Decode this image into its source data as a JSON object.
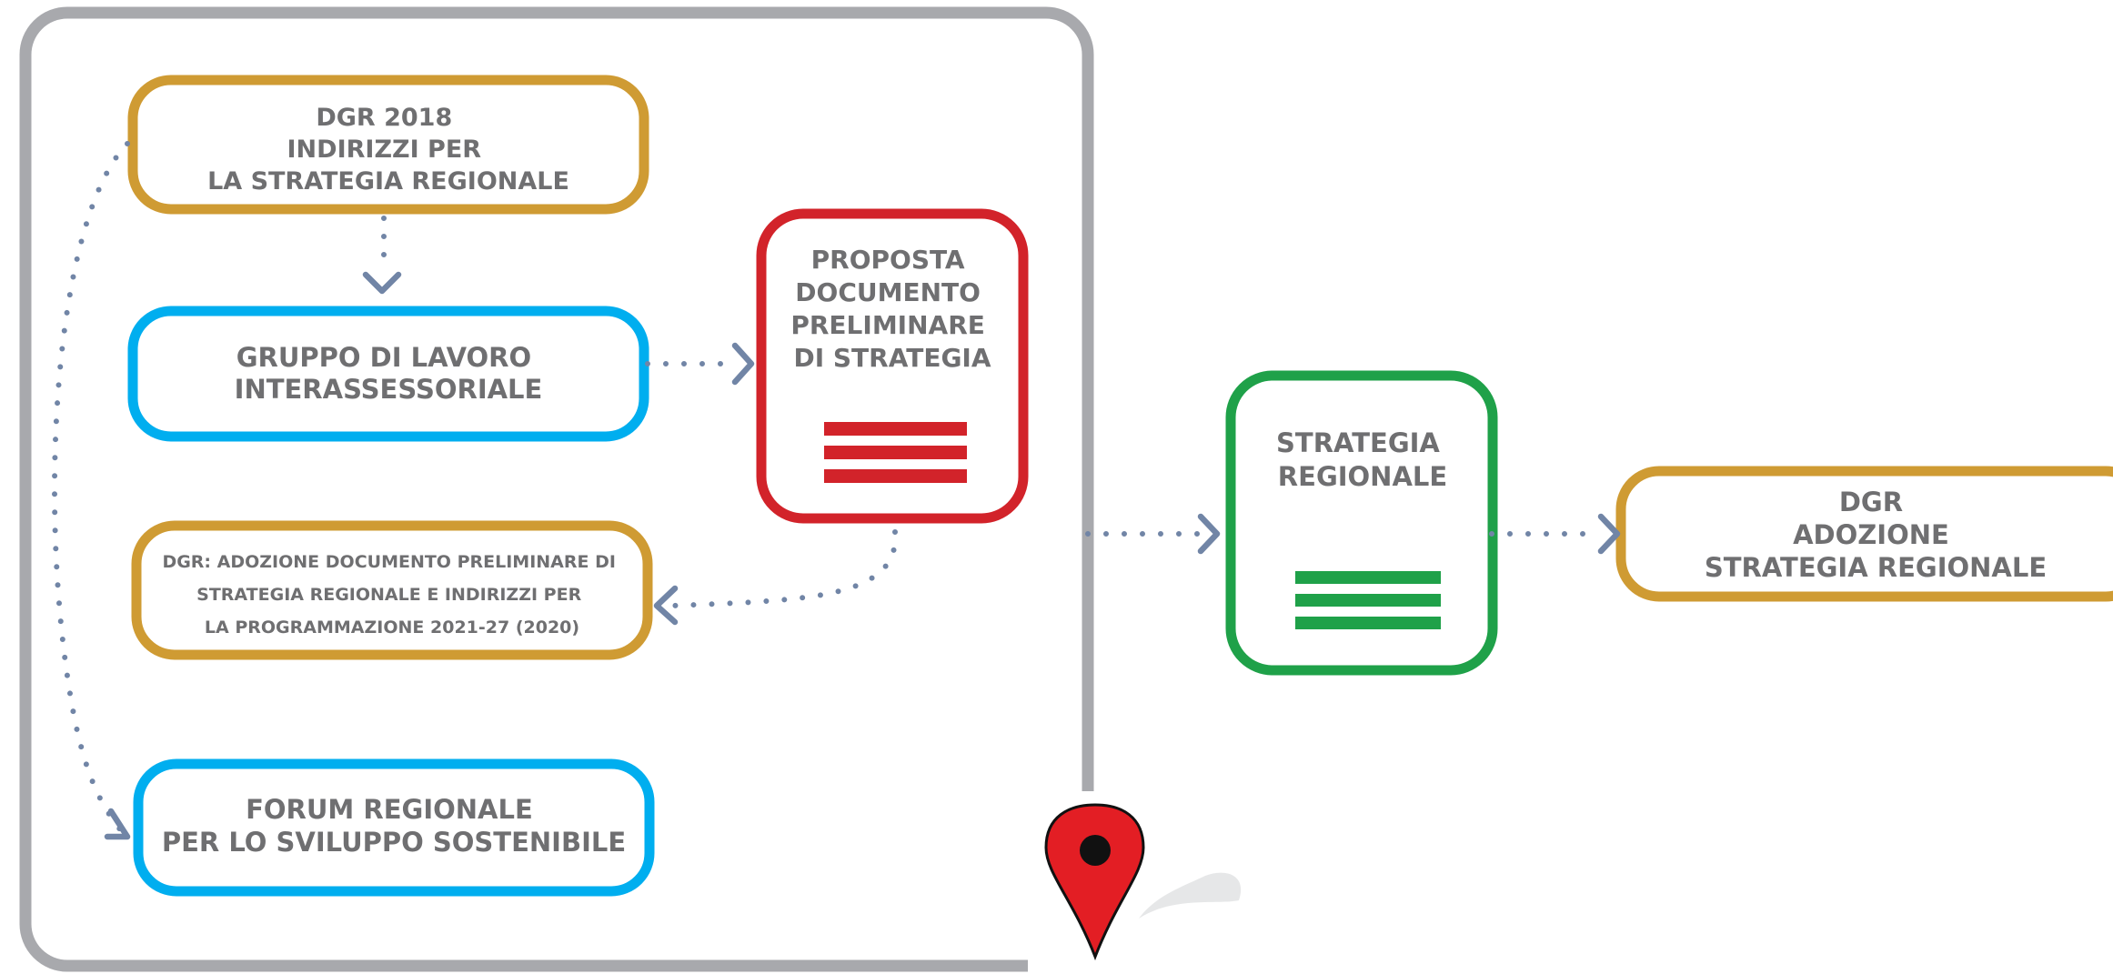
{
  "boxes": {
    "dgr_2018": {
      "lines": [
        "DGR 2018",
        "INDIRIZZI PER",
        "LA STRATEGIA REGIONALE"
      ],
      "color": "#cf9b33"
    },
    "gruppo_lavoro": {
      "lines": [
        "GRUPPO DI LAVORO",
        "INTERASSESSORIALE"
      ],
      "color": "#00aeef"
    },
    "dgr_adozione_documento": {
      "lines": [
        "DGR: ADOZIONE DOCUMENTO PRELIMINARE DI",
        "STRATEGIA REGIONALE  E INDIRIZZI PER",
        "LA PROGRAMMAZIONE 2021-27 (2020)"
      ],
      "color": "#cf9b33"
    },
    "forum_regionale": {
      "lines": [
        "FORUM REGIONALE",
        "PER LO SVILUPPO SOSTENIBILE"
      ],
      "color": "#00aeef"
    },
    "proposta_documento": {
      "lines": [
        "PROPOSTA",
        "DOCUMENTO",
        "PRELIMINARE",
        "DI STRATEGIA"
      ],
      "color": "#d2232a"
    },
    "strategia_regionale": {
      "lines": [
        "STRATEGIA",
        "REGIONALE"
      ],
      "color": "#1fa149"
    },
    "dgr_adozione_strategia": {
      "lines": [
        "DGR",
        "ADOZIONE",
        "STRATEGIA REGIONALE"
      ],
      "color": "#cf9b33"
    }
  },
  "colors": {
    "frame": "#a8a9ad",
    "connector": "#7185a6",
    "text": "#6f6f71",
    "pin": "#e31e24"
  },
  "icons": {
    "document_lines": "three-bar-document-icon",
    "location_pin": "map-pin-icon"
  }
}
